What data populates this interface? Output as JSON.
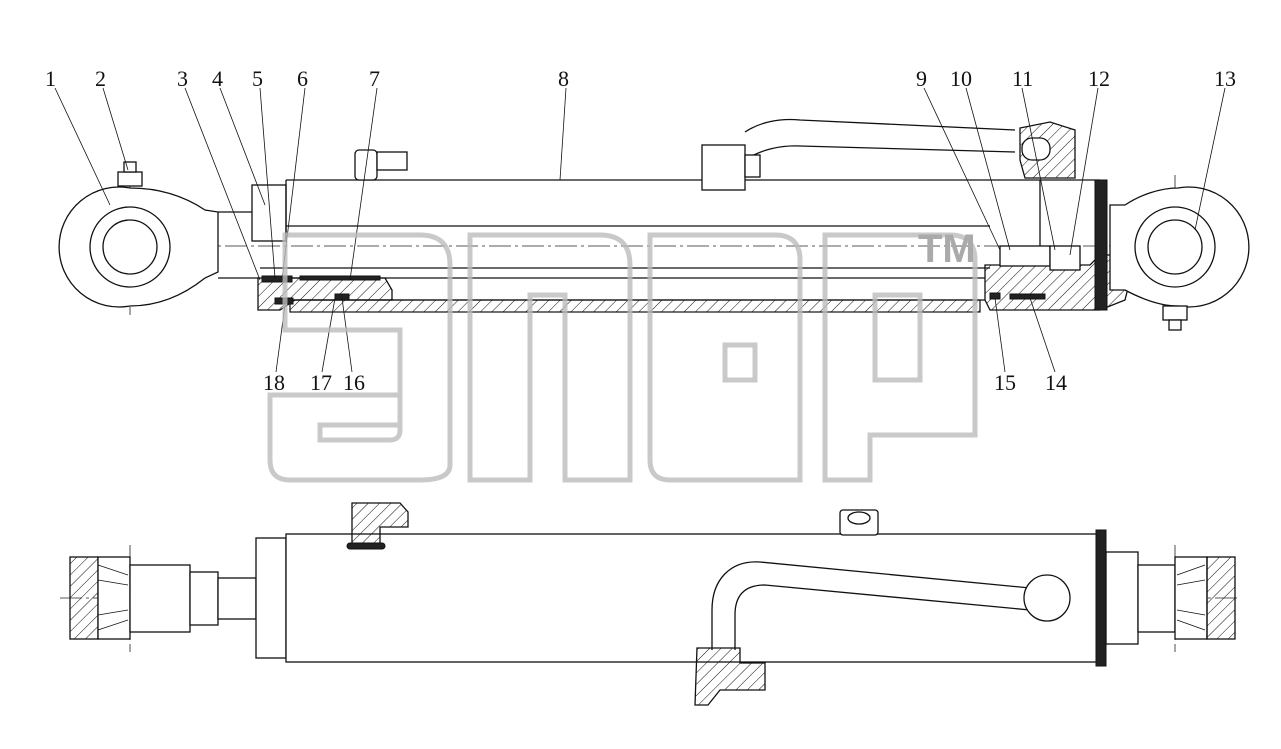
{
  "watermark": {
    "tm": "TM"
  },
  "callouts": [
    {
      "id": "1",
      "label": "1"
    },
    {
      "id": "2",
      "label": "2"
    },
    {
      "id": "3",
      "label": "3"
    },
    {
      "id": "4",
      "label": "4"
    },
    {
      "id": "5",
      "label": "5"
    },
    {
      "id": "6",
      "label": "6"
    },
    {
      "id": "7",
      "label": "7"
    },
    {
      "id": "8",
      "label": "8"
    },
    {
      "id": "9",
      "label": "9"
    },
    {
      "id": "10",
      "label": "10"
    },
    {
      "id": "11",
      "label": "11"
    },
    {
      "id": "12",
      "label": "12"
    },
    {
      "id": "13",
      "label": "13"
    },
    {
      "id": "14",
      "label": "14"
    },
    {
      "id": "15",
      "label": "15"
    },
    {
      "id": "16",
      "label": "16"
    },
    {
      "id": "17",
      "label": "17"
    },
    {
      "id": "18",
      "label": "18"
    }
  ]
}
